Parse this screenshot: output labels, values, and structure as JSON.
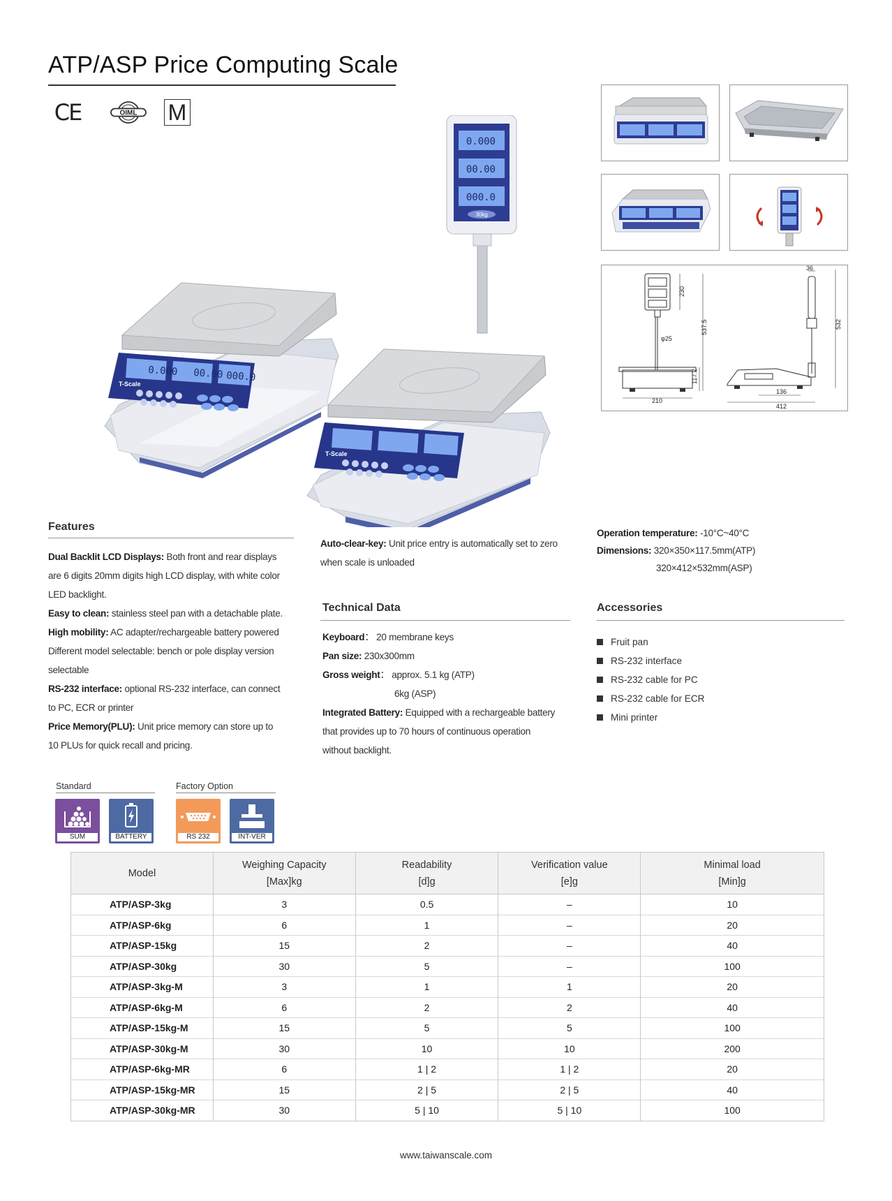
{
  "page": {
    "title": "ATP/ASP Price Computing Scale",
    "footer_url": "www.taiwanscale.com"
  },
  "certifications": {
    "ce": "CE",
    "oiml": "OIML",
    "m": "M"
  },
  "product_images": {
    "scale_brand": "T-Scale",
    "rear_display_capacity": "30kg",
    "lcd_digits": [
      "0.000",
      "00.00",
      "000.0"
    ]
  },
  "dimension_drawing": {
    "dims": [
      "36",
      "230",
      "537.5",
      "532",
      "φ25",
      "117.2",
      "210",
      "136",
      "412"
    ]
  },
  "features": {
    "heading": "Features",
    "items": [
      {
        "label": "Dual Backlit LCD Displays:",
        "lines": [
          " Both front and rear displays",
          "are 6 digits 20mm digits high LCD display, with white color",
          "LED backlight."
        ]
      },
      {
        "label": "Easy to clean:",
        "lines": [
          " stainless steel pan with a detachable plate."
        ]
      },
      {
        "label": "High mobility:",
        "lines": [
          " AC adapter/rechargeable battery powered",
          "Different model selectable: bench or pole display version",
          "selectable"
        ]
      },
      {
        "label": "RS-232 interface:",
        "lines": [
          " optional RS-232 interface, can connect",
          "to PC, ECR or printer"
        ]
      },
      {
        "label": "Price Memory(PLU):",
        "lines": [
          " Unit price memory can store up to",
          "10 PLUs for quick recall and pricing."
        ]
      }
    ]
  },
  "auto_clear": {
    "label": "Auto-clear-key:",
    "lines": [
      " Unit price entry is automatically set to zero",
      "when scale is unloaded"
    ]
  },
  "technical": {
    "heading": "Technical Data",
    "keyboard_label": "Keyboard",
    "keyboard_value": "：  20 membrane keys",
    "pan_label": "Pan size:",
    "pan_value": " 230x300mm",
    "gross_label": "Gross weight",
    "gross_value1": "：  approx. 5.1 kg (ATP)",
    "gross_value2": "6kg (ASP)",
    "battery_label": "Integrated Battery:",
    "battery_lines": [
      " Equipped with a rechargeable battery",
      "that provides up to 70 hours of continuous operation",
      "without backlight."
    ]
  },
  "operation": {
    "temp_label": "Operation temperature:",
    "temp_value": " -10°C~40°C",
    "dim_label": "Dimensions:",
    "dim_value1": " 320×350×117.5mm(ATP)",
    "dim_value2": "320×412×532mm(ASP)"
  },
  "accessories": {
    "heading": "Accessories",
    "items": [
      "Fruit pan",
      "RS-232 interface",
      "RS-232 cable for PC",
      "RS-232 cable for ECR",
      "Mini printer"
    ]
  },
  "options": {
    "standard_label": "Standard",
    "factory_label": "Factory Option",
    "badges": [
      {
        "caption": "SUM",
        "color": "#7b4f9d"
      },
      {
        "caption": "BATTERY",
        "color": "#4e6aa3"
      },
      {
        "caption": "RS 232",
        "color": "#f39a5a"
      },
      {
        "caption": "INT-VER",
        "color": "#4e6aa3"
      }
    ]
  },
  "table": {
    "headers": [
      {
        "l1": "Model",
        "l2": ""
      },
      {
        "l1": "Weighing Capacity",
        "l2": "[Max]kg"
      },
      {
        "l1": "Readability",
        "l2": "[d]g"
      },
      {
        "l1": "Verification value",
        "l2": "[e]g"
      },
      {
        "l1": "Minimal load",
        "l2": "[Min]g"
      }
    ],
    "rows": [
      [
        "ATP/ASP-3kg",
        "3",
        "0.5",
        "–",
        "10"
      ],
      [
        "ATP/ASP-6kg",
        "6",
        "1",
        "–",
        "20"
      ],
      [
        "ATP/ASP-15kg",
        "15",
        "2",
        "–",
        "40"
      ],
      [
        "ATP/ASP-30kg",
        "30",
        "5",
        "–",
        "100"
      ],
      [
        "ATP/ASP-3kg-M",
        "3",
        "1",
        "1",
        "20"
      ],
      [
        "ATP/ASP-6kg-M",
        "6",
        "2",
        "2",
        "40"
      ],
      [
        "ATP/ASP-15kg-M",
        "15",
        "5",
        "5",
        "100"
      ],
      [
        "ATP/ASP-30kg-M",
        "30",
        "10",
        "10",
        "200"
      ],
      [
        "ATP/ASP-6kg-MR",
        "6",
        "1 | 2",
        "1 | 2",
        "20"
      ],
      [
        "ATP/ASP-15kg-MR",
        "15",
        "2 | 5",
        "2 | 5",
        "40"
      ],
      [
        "ATP/ASP-30kg-MR",
        "30",
        "5 | 10",
        "5 | 10",
        "100"
      ]
    ]
  }
}
